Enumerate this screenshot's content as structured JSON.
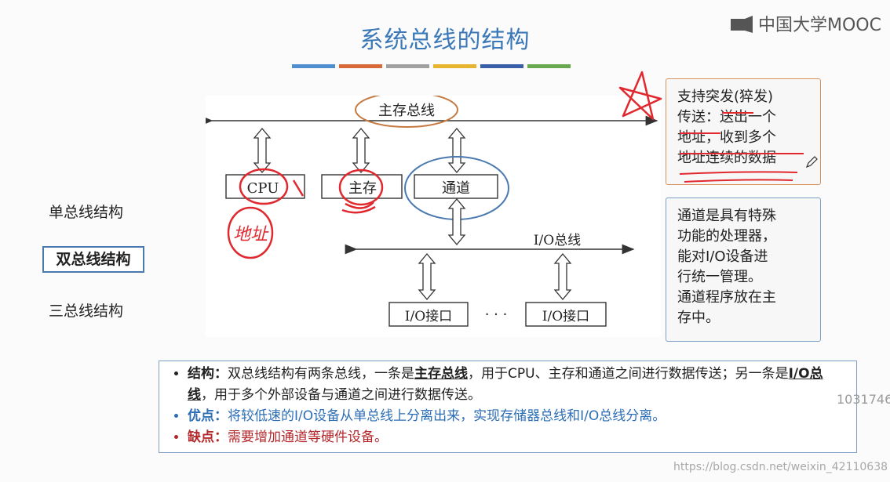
{
  "slide": {
    "title": "系统总线的结构",
    "color_bars": [
      "#4f8fcf",
      "#d86a3a",
      "#a0a0a0",
      "#e6b42e",
      "#3b5ea8",
      "#6aa84f"
    ],
    "logo": "中国大学MOOC"
  },
  "nav": {
    "items": [
      "单总线结构",
      "双总线结构",
      "三总线结构"
    ],
    "active": "双总线结构"
  },
  "diagram": {
    "top_bus_label": "主存总线",
    "cpu_label": "CPU",
    "memory_label": "主存",
    "channel_label": "通道",
    "io_bus_label": "I/O总线",
    "io_interface_label_1": "I/O接口",
    "io_interface_label_2": "I/O接口",
    "ellipsis": "· · ·",
    "handwritten_note": "地址"
  },
  "note_burst": {
    "lines": [
      "支持突发(猝发)",
      "传送：送出一个",
      "地址，收到多个",
      "地址连续的数据"
    ]
  },
  "note_channel": {
    "lines": [
      "通道是具有特殊",
      "功能的处理器，",
      "能对I/O设备进",
      "行统一管理。",
      "通道程序放在主",
      "存中。"
    ]
  },
  "summary": {
    "structure_key": "结构：",
    "structure_text_a": "双总线结构有两条总线，一条是",
    "structure_em_1": "主存总线",
    "structure_text_b": "，用于CPU、主存和通道之间进行数据传送；另一条是",
    "structure_em_2": "I/O总线",
    "structure_text_c": "，用于多个外部设备与通道之间进行数据传送。",
    "advantage_key": "优点：",
    "advantage_text": "将较低速的I/O设备从单总线上分离出来，实现存储器总线和I/O总线分离。",
    "disadvantage_key": "缺点：",
    "disadvantage_text": "需要增加通道等硬件设备。"
  },
  "watermarks": {
    "number": "1031746",
    "url": "https://blog.csdn.net/weixin_42110638"
  }
}
